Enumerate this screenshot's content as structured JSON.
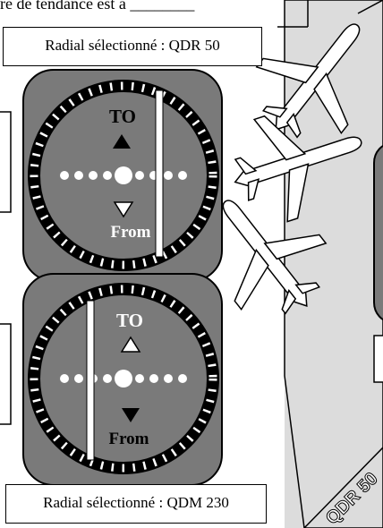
{
  "header_fragment": "re de tendance est à ________",
  "instrument_top": {
    "radial_label": "Radial sélectionné : QDR 50",
    "to_label": "TO",
    "from_label": "From",
    "flag": "TO"
  },
  "instrument_bottom": {
    "radial_label": "Radial sélectionné : QDM 230",
    "to_label": "TO",
    "from_label": "From",
    "flag": "FROM"
  },
  "map_radial_label": "QDR 50",
  "colors": {
    "instrument_face": "#7a7a7a",
    "ground_panel": "#dcdcdc",
    "needle": "#ffffff"
  }
}
